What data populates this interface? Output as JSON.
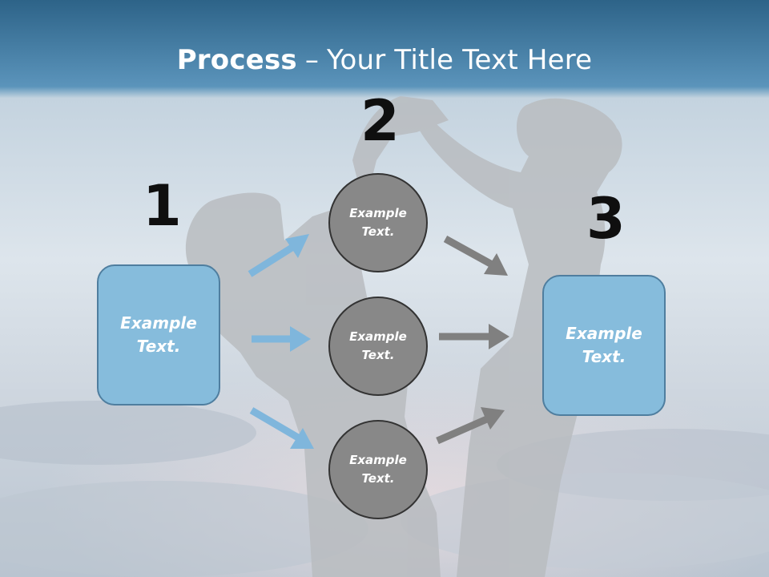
{
  "title": {
    "bold": "Process",
    "separator": "–",
    "rest": "Your Title Text Here"
  },
  "steps": [
    {
      "number": "1"
    },
    {
      "number": "2"
    },
    {
      "number": "3"
    }
  ],
  "left_box": {
    "line1": "Example",
    "line2": "Text."
  },
  "right_box": {
    "line1": "Example",
    "line2": "Text."
  },
  "circles": [
    {
      "line1": "Example",
      "line2": "Text."
    },
    {
      "line1": "Example",
      "line2": "Text."
    },
    {
      "line1": "Example",
      "line2": "Text."
    }
  ],
  "colors": {
    "header": "#3a6e95",
    "box_fill": "#86bcdc",
    "box_border": "#4f7e9f",
    "circle_fill": "#888888",
    "circle_border": "#333333",
    "arrow_blue": "#7fb6dc",
    "arrow_gray": "#808080"
  }
}
